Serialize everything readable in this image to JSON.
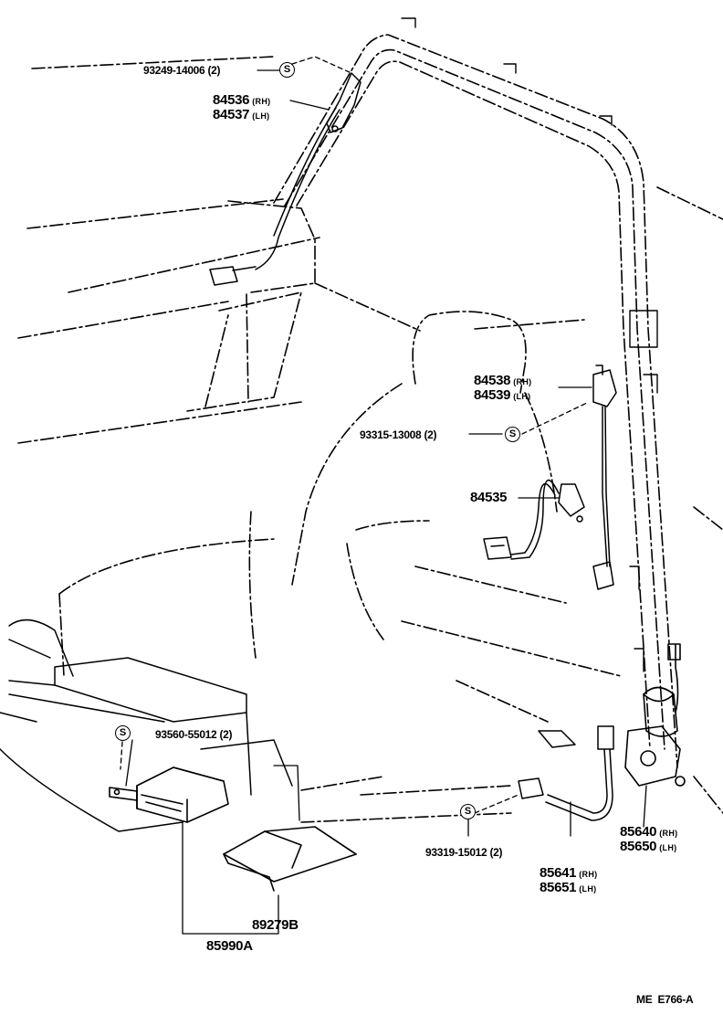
{
  "symbol": "S",
  "callouts": {
    "bolt_93249": "93249-14006 (2)",
    "p84536": "84536",
    "p84536_sfx": "(RH)",
    "p84537": "84537",
    "p84537_sfx": "(LH)",
    "p84538": "84538",
    "p84538_sfx": "(RH)",
    "p84539": "84539",
    "p84539_sfx": "(LH)",
    "bolt_93315": "93315-13008 (2)",
    "p84535": "84535",
    "bolt_93560": "93560-55012 (2)",
    "p85640": "85640",
    "p85640_sfx": "(RH)",
    "p85650": "85650",
    "p85650_sfx": "(LH)",
    "bolt_93319": "93319-15012 (2)",
    "p85641": "85641",
    "p85641_sfx": "(RH)",
    "p85651": "85651",
    "p85651_sfx": "(LH)",
    "p89279B": "89279B",
    "p85990A": "85990A"
  },
  "footer": {
    "code": "ME  E766-A"
  }
}
